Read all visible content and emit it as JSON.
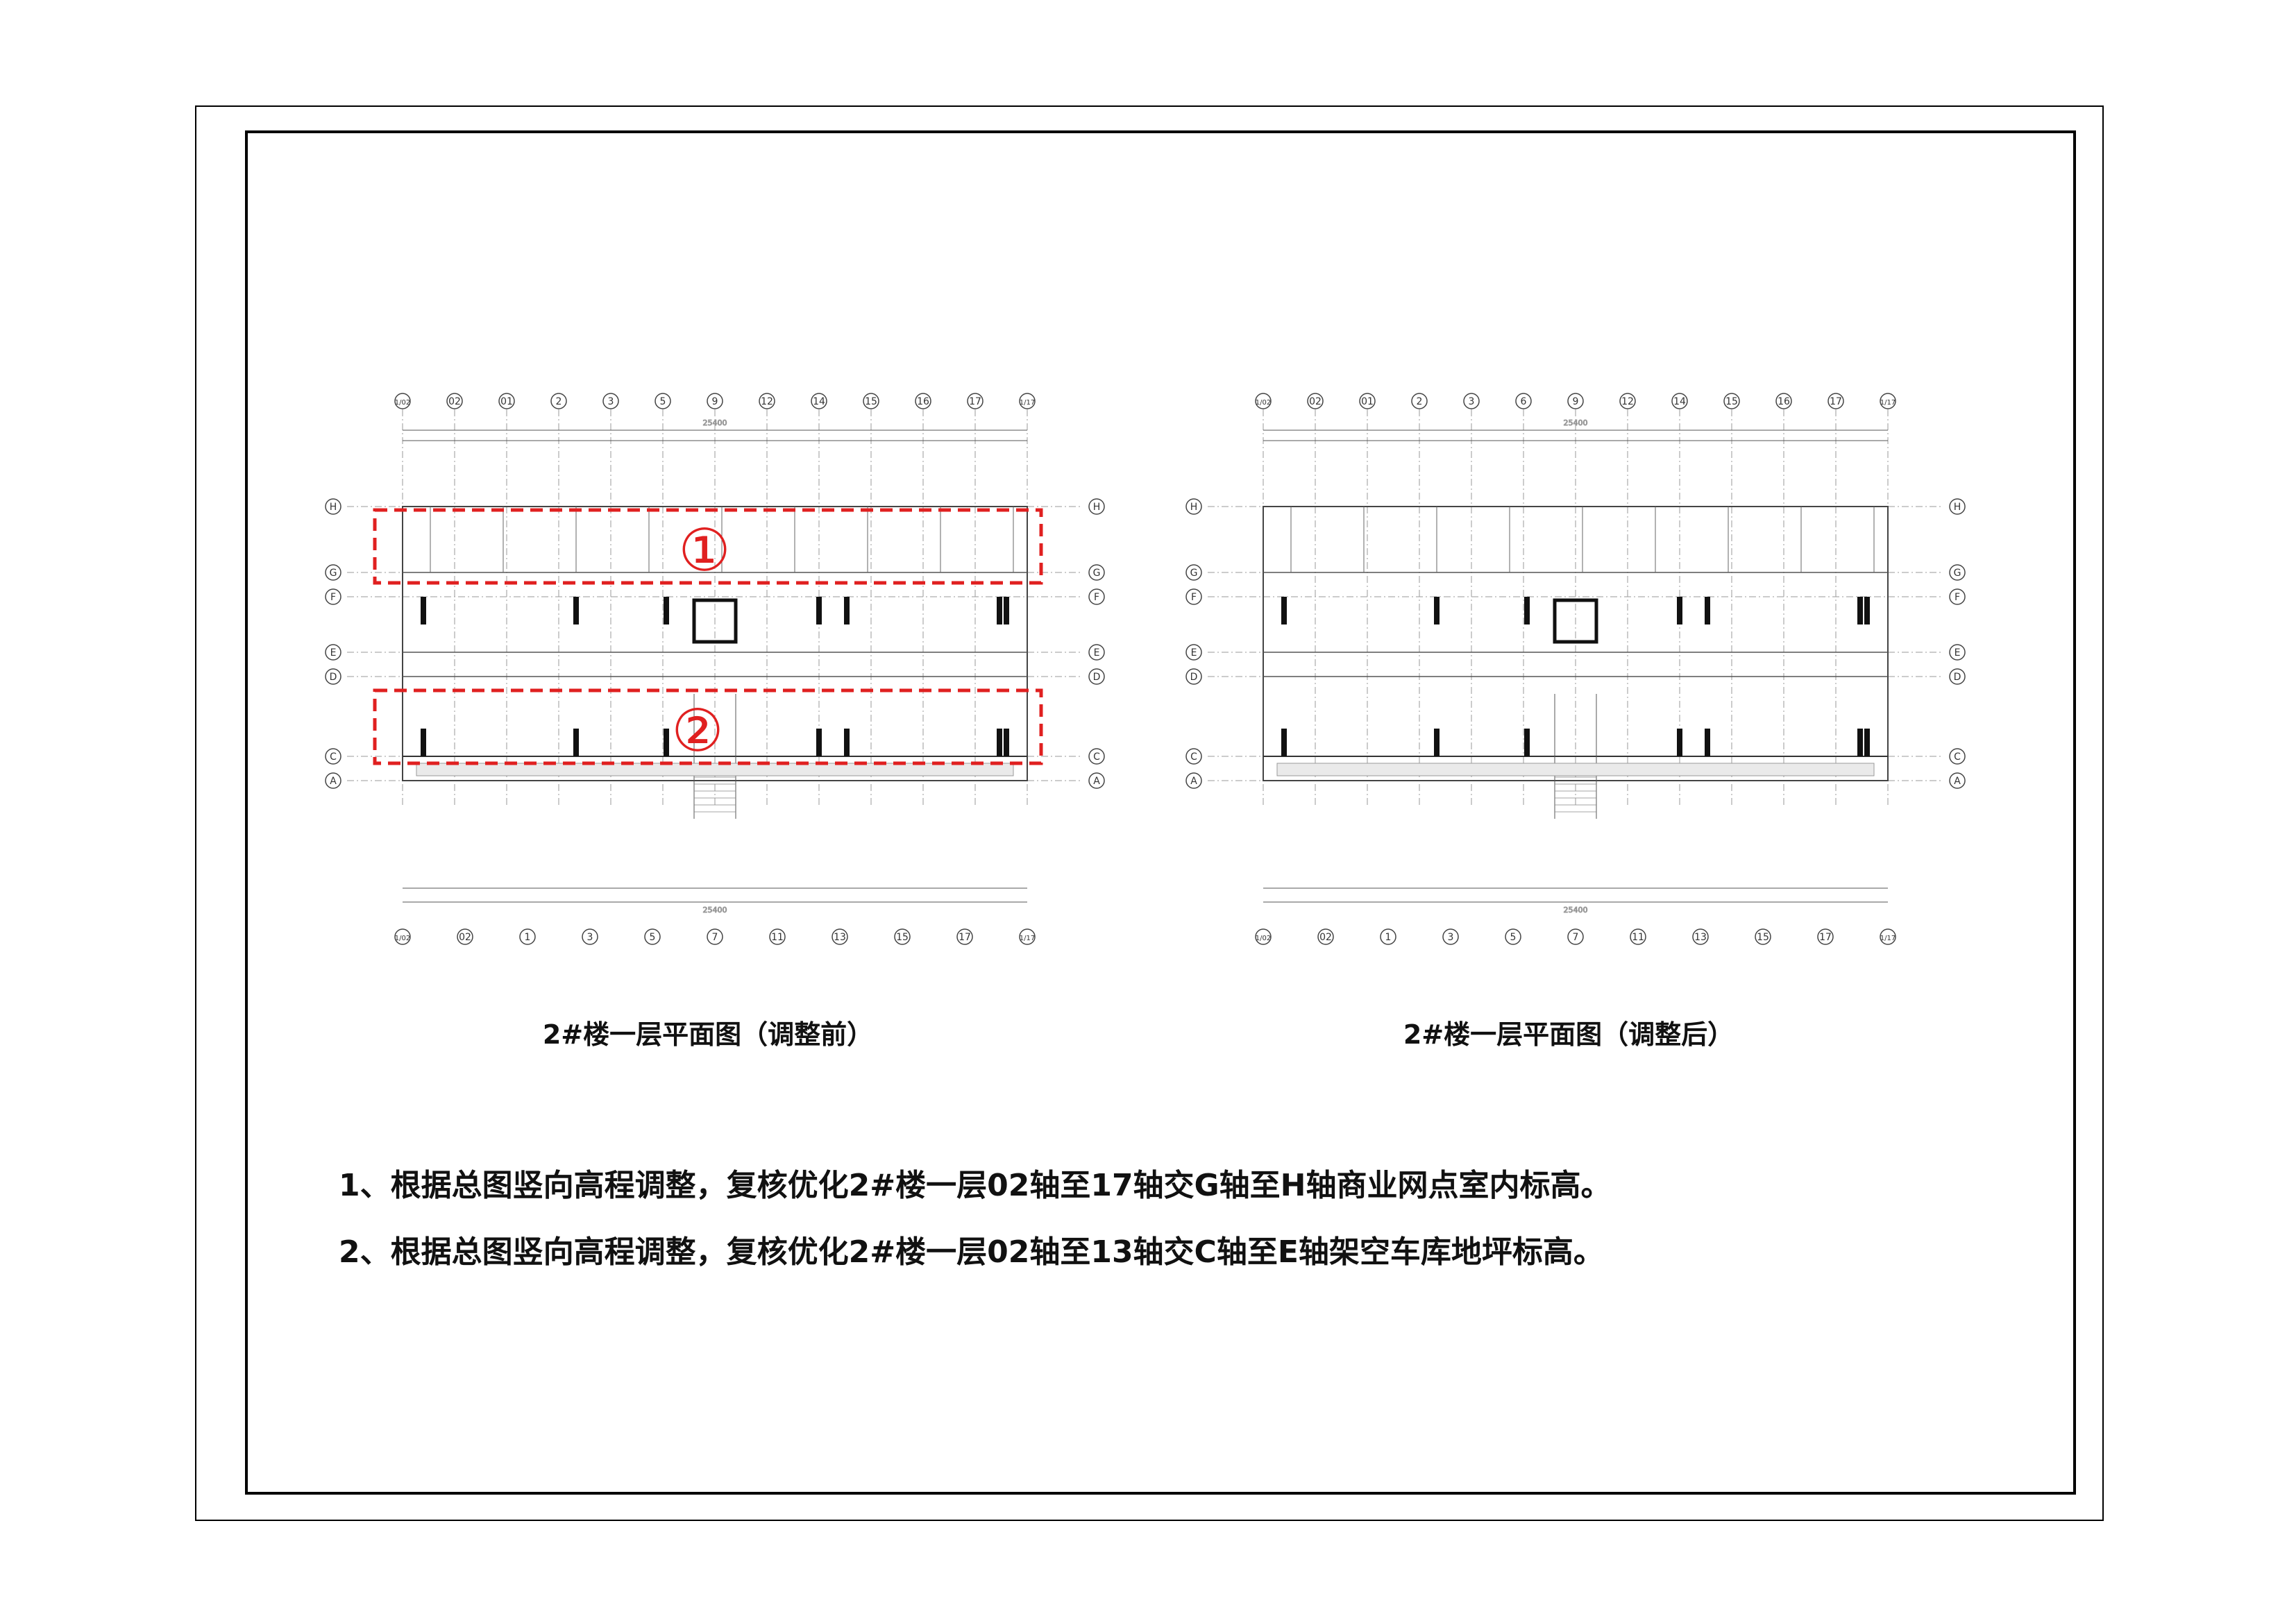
{
  "captions": {
    "before": "2#楼一层平面图（调整前）",
    "after": "2#楼一层平面图（调整后）"
  },
  "notes": [
    "1、根据总图竖向高程调整，复核优化2#楼一层02轴至17轴交G轴至H轴商业网点室内标高。",
    "2、根据总图竖向高程调整，复核优化2#楼一层02轴至13轴交C轴至E轴架空车库地坪标高。"
  ],
  "markers": {
    "zone1": "①",
    "zone2": "②"
  },
  "grid": {
    "row_axes": [
      "H",
      "G",
      "F",
      "E",
      "D",
      "C",
      "A"
    ],
    "col_axes_top_before": [
      "1/02",
      "02",
      "01",
      "2",
      "3",
      "5",
      "9",
      "12",
      "14",
      "15",
      "16",
      "17",
      "1/17"
    ],
    "col_axes_top_after": [
      "1/02",
      "02",
      "01",
      "2",
      "3",
      "6",
      "9",
      "12",
      "14",
      "15",
      "16",
      "17",
      "1/17"
    ],
    "col_axes_bottom": [
      "1/02",
      "02",
      "1",
      "3",
      "5",
      "7",
      "11",
      "13",
      "15",
      "17",
      "1/17"
    ],
    "overall_dimension": "25400"
  },
  "colors": {
    "line": "#000000",
    "thin_line": "#666666",
    "highlight": "#e02020"
  }
}
